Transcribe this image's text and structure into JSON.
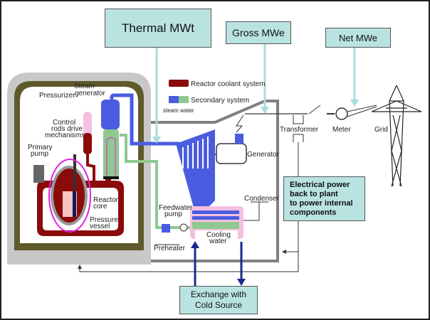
{
  "callouts": {
    "thermal": "Thermal MWt",
    "gross": "Gross MWe",
    "net": "Net MWe",
    "cold_source_line1": "Exchange with",
    "cold_source_line2": "Cold Source",
    "electrical_line1": "Electrical power",
    "electrical_line2": "back to plant",
    "electrical_line3": "to power internal",
    "electrical_line4": "components"
  },
  "legend": {
    "reactor_coolant": "Reactor coolant system",
    "secondary": "Secondary system",
    "steam_water": "steam  water"
  },
  "labels": {
    "steam_generator_1": "Steam",
    "steam_generator_2": "generator",
    "pressurizer": "Pressurizer",
    "control_rods_1": "Control",
    "control_rods_2": "rods drive",
    "control_rods_3": "mechanisms",
    "primary_pump_1": "Primary",
    "primary_pump_2": "pump",
    "reactor_core_1": "Reactor",
    "reactor_core_2": "core",
    "pressure_vessel_1": "Pressure",
    "pressure_vessel_2": "vessel",
    "feedwater_pump_1": "Feedwater",
    "feedwater_pump_2": "pump",
    "preheater": "Preheater",
    "cooling_water_1": "Cooling",
    "cooling_water_2": "water",
    "condenser": "Condenser",
    "generator": "Generator",
    "transformer": "Transformer",
    "meter": "Meter",
    "grid": "Grid"
  },
  "colors": {
    "reactor_coolant": "#8b0a0a",
    "steam": "#4a5de0",
    "water": "#8fc98f",
    "callout": "#b9e3e1",
    "arrow_light": "#a8dcdc",
    "arrow_dark": "#1a2a8c",
    "highlight": "#e020e0"
  }
}
